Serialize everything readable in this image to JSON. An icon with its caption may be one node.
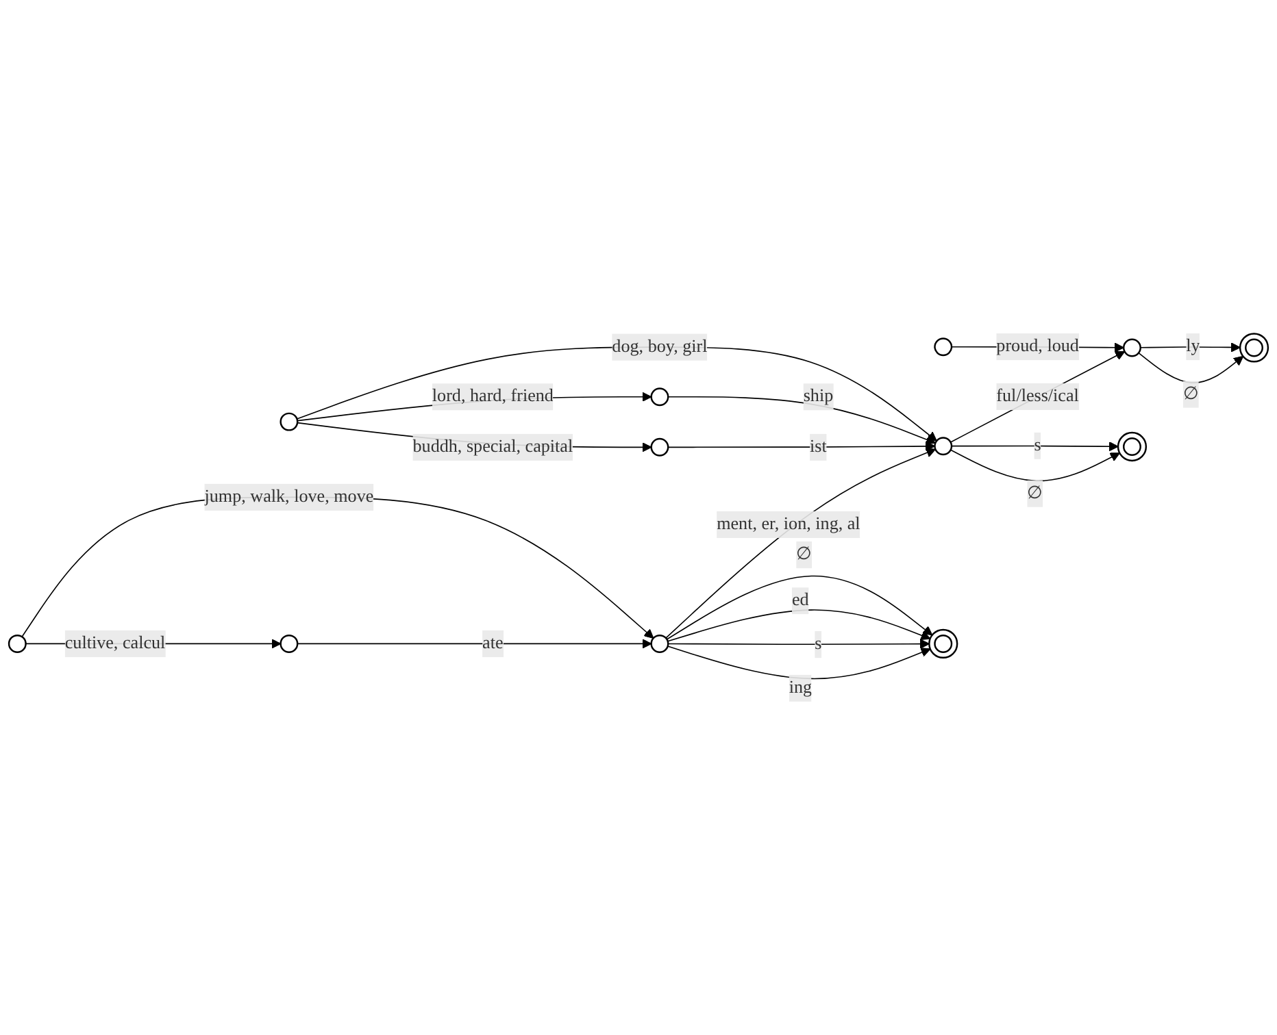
{
  "diagram": {
    "nodes": [
      {
        "text": [],
        "shape": "circle"
      },
      {
        "text": [],
        "shape": "circle"
      },
      {
        "text": [],
        "shape": "doublecircle"
      },
      {
        "text": [],
        "shape": "circle"
      },
      {
        "text": [],
        "shape": "circle"
      },
      {
        "text": [],
        "shape": "circle"
      },
      {
        "text": [],
        "shape": "circle"
      },
      {
        "text": [],
        "shape": "doublecircle"
      },
      {
        "text": [],
        "shape": "circle"
      },
      {
        "text": [],
        "shape": "circle"
      },
      {
        "text": [],
        "shape": "circle"
      },
      {
        "text": [],
        "shape": "doublecircle"
      }
    ],
    "edges": [
      {
        "from": 0,
        "to": 1,
        "arrow": "to",
        "label": "proud, loud"
      },
      {
        "from": 1,
        "to": 2,
        "arrow": "to",
        "label": "ly"
      },
      {
        "from": 1,
        "to": 2,
        "arrow": "to",
        "label": "∅"
      },
      {
        "from": 3,
        "to": 4,
        "arrow": "to",
        "label": "lord, hard, friend"
      },
      {
        "from": 3,
        "to": 5,
        "arrow": "to",
        "label": "buddh, special, capital"
      },
      {
        "from": 3,
        "to": 6,
        "arrow": "to",
        "label": "dog, boy, girl"
      },
      {
        "from": 4,
        "to": 6,
        "arrow": "to",
        "label": "ship"
      },
      {
        "from": 5,
        "to": 6,
        "arrow": "to",
        "label": "ist"
      },
      {
        "from": 6,
        "to": 1,
        "arrow": "to",
        "label": "ful/less/ical"
      },
      {
        "from": 6,
        "to": 7,
        "arrow": "to",
        "label": "s"
      },
      {
        "from": 6,
        "to": 7,
        "arrow": "to",
        "label": "∅"
      },
      {
        "from": 8,
        "to": 9,
        "arrow": "to",
        "label": "cultive, calcul"
      },
      {
        "from": 8,
        "to": 10,
        "arrow": "to",
        "label": "jump, walk, love, move"
      },
      {
        "from": 9,
        "to": 10,
        "arrow": "to",
        "label": "ate"
      },
      {
        "from": 10,
        "to": 6,
        "arrow": "to",
        "label": "ment, er, ion, ing, al"
      },
      {
        "from": 10,
        "to": 11,
        "arrow": "to",
        "label": "∅"
      },
      {
        "from": 10,
        "to": 11,
        "arrow": "to",
        "label": "ed"
      },
      {
        "from": 10,
        "to": 11,
        "arrow": "to",
        "label": "s"
      },
      {
        "from": 10,
        "to": 11,
        "arrow": "to",
        "label": "ing"
      }
    ]
  }
}
